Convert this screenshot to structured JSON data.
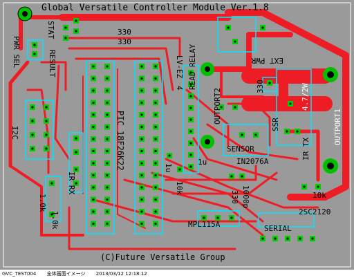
{
  "board": {
    "title": "Global Versatile Controller Module Ver.1.8",
    "footer": "(C)Future Versatile Group",
    "colors": {
      "background": "#9a9a9a",
      "copper": "#ee1c24",
      "silkscreen": "#ffffff",
      "outline": "#00e5ff",
      "pad": "#00e000",
      "hole": "#000000"
    },
    "labels": {
      "stat": "STAT",
      "result": "RESULT",
      "pwr_sel": "PWR SEL",
      "i2c": "I2C",
      "ir_rx": "IR RX",
      "r1": "1.0k",
      "r2": "1.0k",
      "r_330a": "330",
      "r_330b": "330",
      "pic": "PIC 18F26K22",
      "lv": "LV-EZ",
      "lv_num": "4",
      "read_relay": "READ RELAY",
      "outport2": "OUTPORT2",
      "ext_pwr": "EXT PWR",
      "r_330c": "330",
      "r_47": "4.7/2W",
      "ssr": "SSR",
      "outport1": "OUTPORT1",
      "sensor": "SENSOR",
      "in2076a": "IN2076A",
      "ir_tx": "IR TX",
      "cap_1u_a": "1u",
      "cap_1u_b": "1u",
      "r_10k_a": "10k",
      "r_10k_b": "10k",
      "r_330d": "330",
      "cap_1000p": "1000p",
      "sc2120": "2SC2120",
      "mpl115a": "MPL115A",
      "serial": "SERIAL"
    }
  },
  "statusbar": {
    "file": "GVC_TEST004",
    "view": "全体画面イメージ",
    "timestamp": "2013/03/12 12:18:12"
  }
}
